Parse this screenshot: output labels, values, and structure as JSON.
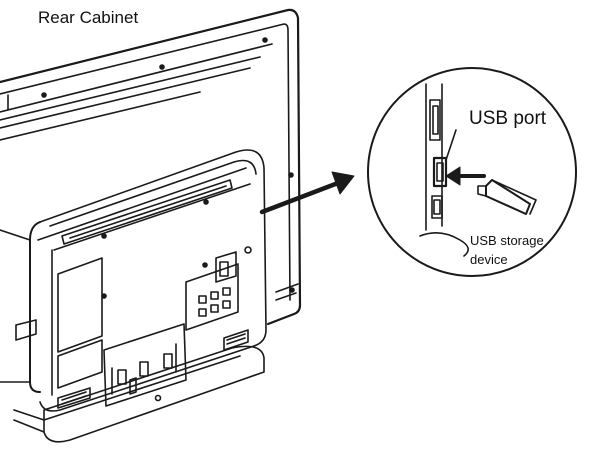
{
  "labels": {
    "rear_cabinet": "Rear Cabinet",
    "usb_port": "USB port",
    "usb_storage_line1": "USB storage",
    "usb_storage_line2": "device"
  },
  "colors": {
    "line": "#1a1a1a",
    "background": "#ffffff"
  }
}
